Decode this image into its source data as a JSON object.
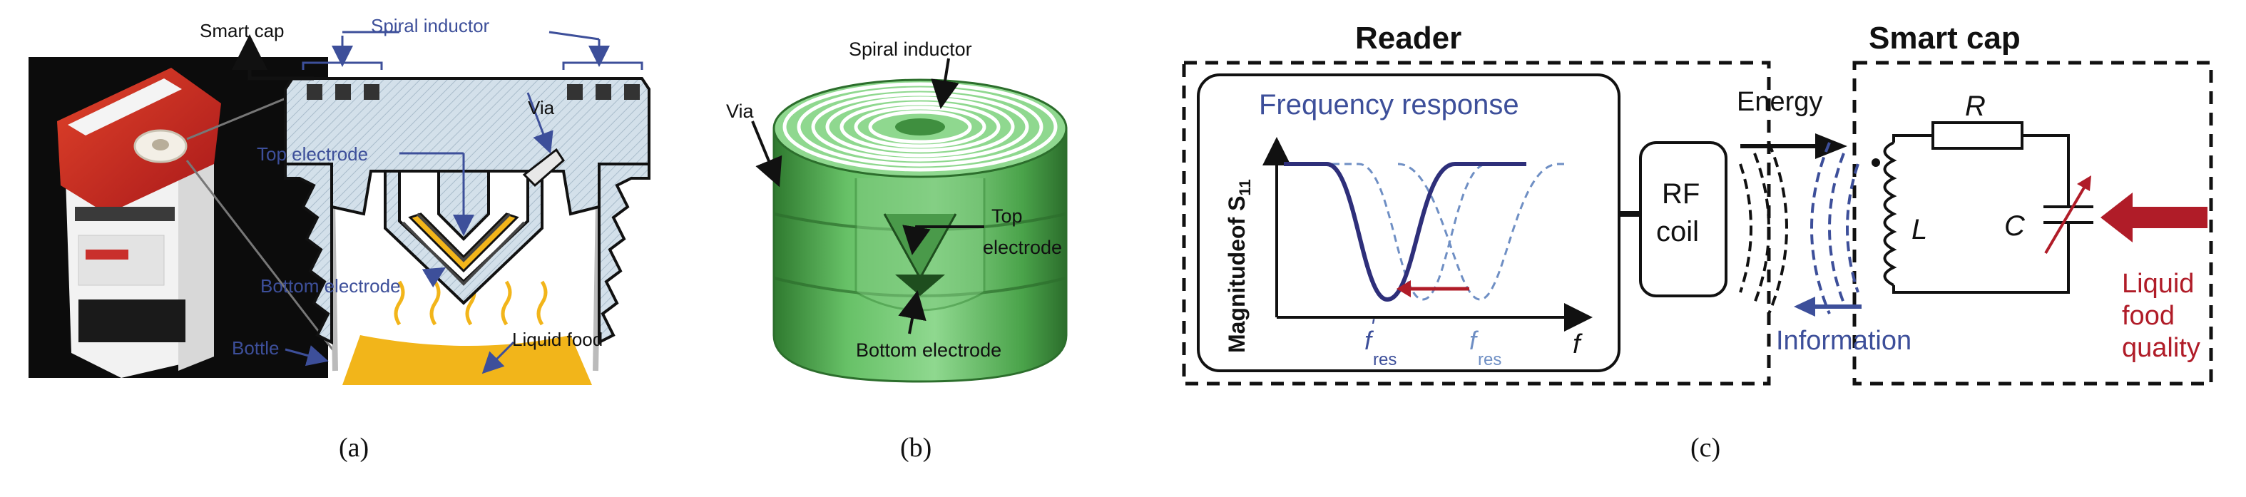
{
  "colors": {
    "label_blue": "#3d4f9a",
    "curve_navy": "#2e2f7a",
    "curve_light": "#6f8fc4",
    "liquid_yellow": "#f2b51a",
    "accent_red": "#b01c28",
    "cap_fill": "#d3e0ea",
    "sensor_green": "#5bb55b"
  },
  "panel_a": {
    "caption": "(a)",
    "labels": {
      "smart_cap": "Smart cap",
      "spiral_inductor": "Spiral inductor",
      "via": "Via",
      "top_electrode": "Top electrode",
      "bottom_electrode": "Bottom electrode",
      "bottle": "Bottle",
      "liquid_food": "Liquid food"
    }
  },
  "panel_b": {
    "caption": "(b)",
    "labels": {
      "spiral_inductor": "Spiral inductor",
      "via": "Via",
      "top_electrode_line1": "Top",
      "top_electrode_line2": "electrode",
      "bottom_electrode": "Bottom electrode"
    }
  },
  "panel_c": {
    "caption": "(c)",
    "reader_title": "Reader",
    "smart_cap_title": "Smart cap",
    "freq_response": "Frequency response",
    "y_axis_label": "Magnitudeof S",
    "y_axis_subscript": "11",
    "x_axis_symbol": "f",
    "f_res_shifted_main": "f",
    "f_res_shifted_sub": "res",
    "f_res_shifted_prime": "'",
    "f_res_main": "f",
    "f_res_sub": "res",
    "rf_coil_line1": "RF",
    "rf_coil_line2": "coil",
    "energy": "Energy",
    "information": "Information",
    "resistor": "R",
    "inductor": "L",
    "capacitor": "C",
    "liquid_food_quality": [
      "Liquid",
      "food",
      "quality"
    ]
  }
}
